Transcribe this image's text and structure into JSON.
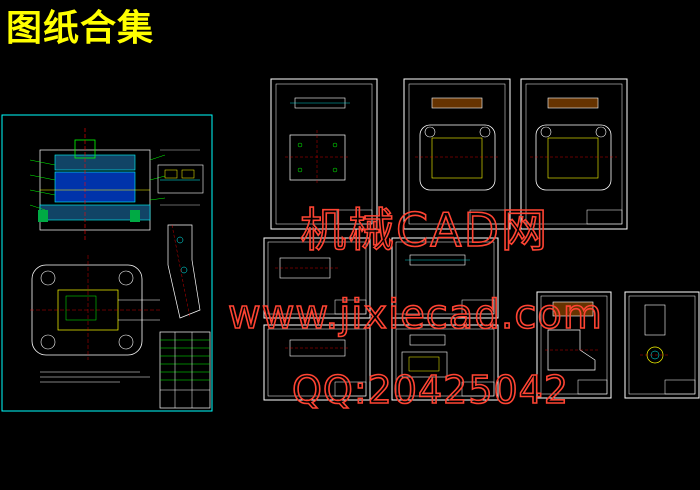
{
  "page": {
    "title": "图纸合集"
  },
  "watermark": {
    "line1": "机械CAD网",
    "line2": "www.jixiecad.com",
    "line3": "QQ:20425042",
    "color": "#ff3322"
  },
  "colors": {
    "background": "#000000",
    "title": "#ffff00",
    "frame": "#ffffff",
    "cyan": "#00ffff",
    "green": "#00ff00",
    "yellow": "#ffff00",
    "red": "#ff0000",
    "magenta": "#ff00ff",
    "blue": "#3344ff"
  },
  "sheets": [
    {
      "id": "assembly-sheet"
    },
    {
      "id": "sheet-a1"
    },
    {
      "id": "sheet-a2"
    },
    {
      "id": "sheet-a3"
    },
    {
      "id": "sheet-b1"
    },
    {
      "id": "sheet-b2"
    },
    {
      "id": "sheet-b3"
    },
    {
      "id": "sheet-c1"
    },
    {
      "id": "sheet-c2"
    },
    {
      "id": "sheet-c3"
    }
  ]
}
